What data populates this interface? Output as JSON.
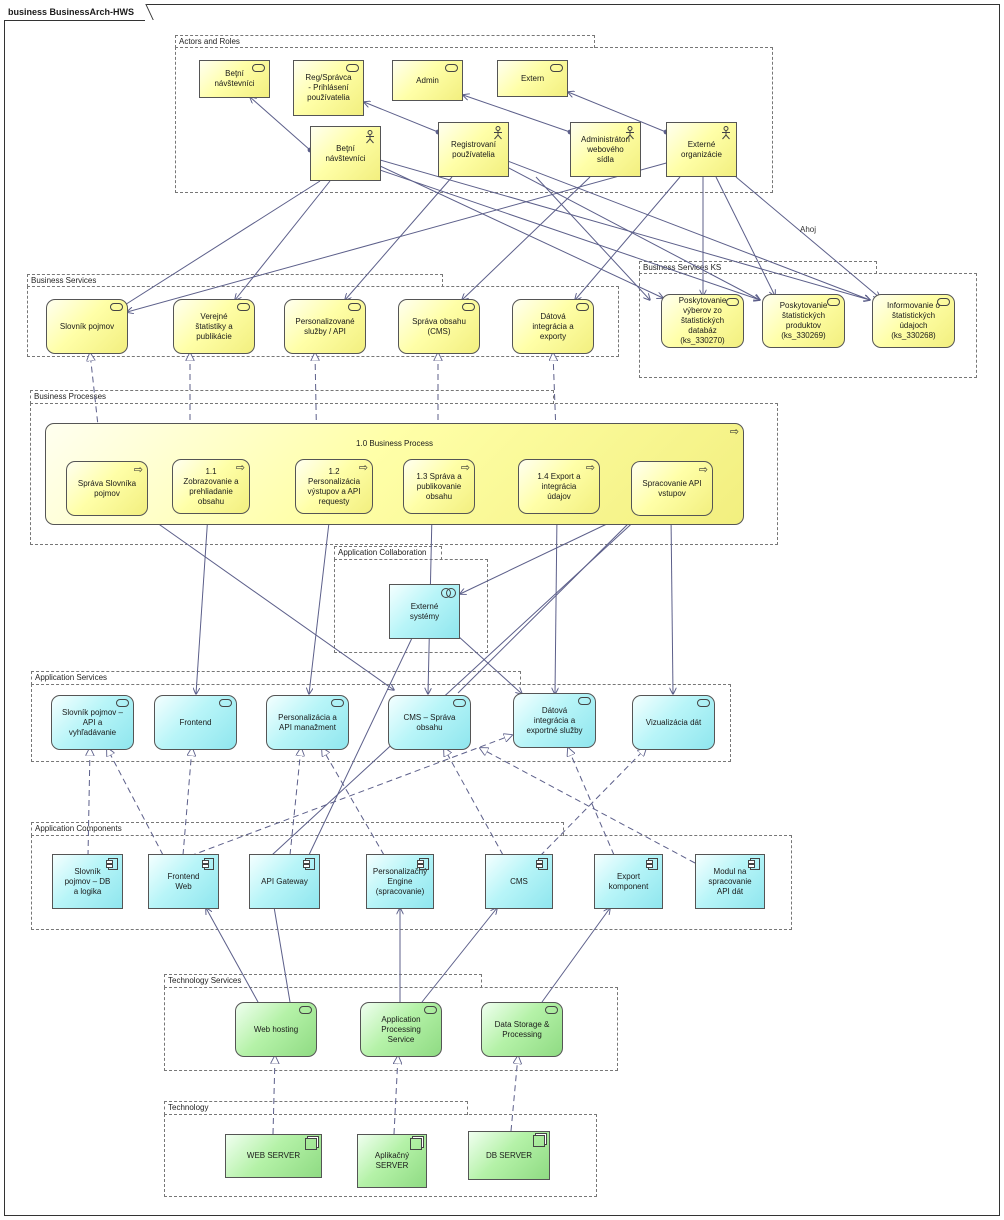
{
  "frame": {
    "title": "business BusinessArch-HWS"
  },
  "groups": {
    "actors": "Actors and Roles",
    "business_services": "Business Services",
    "business_services_ks": "Business Services KS",
    "business_processes": "Business Processes",
    "app_collaboration": "Application Collaboration",
    "app_services": "Application Services",
    "app_components": "Application Components",
    "tech_services": "Technology Services",
    "technology": "Technology"
  },
  "roles": {
    "bezni_role": "Beţní návštevníci",
    "reg_role": "Reg/Správca - Prihlásení používatelia",
    "admin_role": "Admin",
    "extern_role": "Extern"
  },
  "actors": {
    "bezni": "Beţní návštevníci",
    "registrovani": "Registrovaní používatelia",
    "administratori": "Administrátori webového sídla",
    "externe": "Externé organizácie"
  },
  "bservices": {
    "slovnik": "Slovník pojmov",
    "verejne": "Verejné štatistiky a publikácie",
    "personalizovane": "Personalizované služby / API",
    "sprava_cms": "Správa obsahu (CMS)",
    "datova": "Dátová integrácia a exporty"
  },
  "ksservices": {
    "vyber": "Poskytovanie výberov zo štatistických databáz (ks_330270)",
    "produkty": "Poskytovanie štatistických produktov (ks_330269)",
    "informovanie": "Informovanie o štatistických údajoch (ks_330268)"
  },
  "processes": {
    "main": "1.0 Business Process",
    "sprava_slovnika": "Správa Slovníka pojmov",
    "p11": "1.1 Zobrazovanie a prehliadanie obsahu",
    "p12": "1.2 Personalizácia výstupov a API requesty",
    "p13": "1.3 Správa a publikovanie obsahu",
    "p14": "1.4 Export a integrácia údajov",
    "api_vstupov": "Spracovanie API vstupov"
  },
  "collab": {
    "externe_systemy": "Externé systémy"
  },
  "aservices": {
    "slovnik_api": "Slovník pojmov – API a vyhľadávanie",
    "frontend": "Frontend",
    "personalizacia": "Personalizácia a API manažment",
    "cms": "CMS – Správa obsahu",
    "datova": "Dátová integrácia a exportné služby",
    "vizualizacia": "Vizualizácia dát"
  },
  "components": {
    "slovnik_db": "Slovník pojmov – DB a logika",
    "frontend_web": "Frontend Web",
    "api_gateway": "API Gateway",
    "engine": "Personalizačný Engine (spracovanie)",
    "cms": "CMS",
    "export": "Export komponent",
    "modul_api": "Modul na spracovanie API dát"
  },
  "tservices": {
    "web_hosting": "Web hosting",
    "app_processing": "Application Processing Service",
    "data_storage": "Data Storage & Processing"
  },
  "nodes": {
    "web_server": "WEB SERVER",
    "app_server": "Aplikačný SERVER",
    "db_server": "DB SERVER"
  },
  "edge_labels": {
    "ahoj": "Ahoj"
  },
  "colors": {
    "business": "#ffffa8",
    "application": "#b8f5f8",
    "technology": "#b5f2a8",
    "edge": "#5c5f8a"
  }
}
